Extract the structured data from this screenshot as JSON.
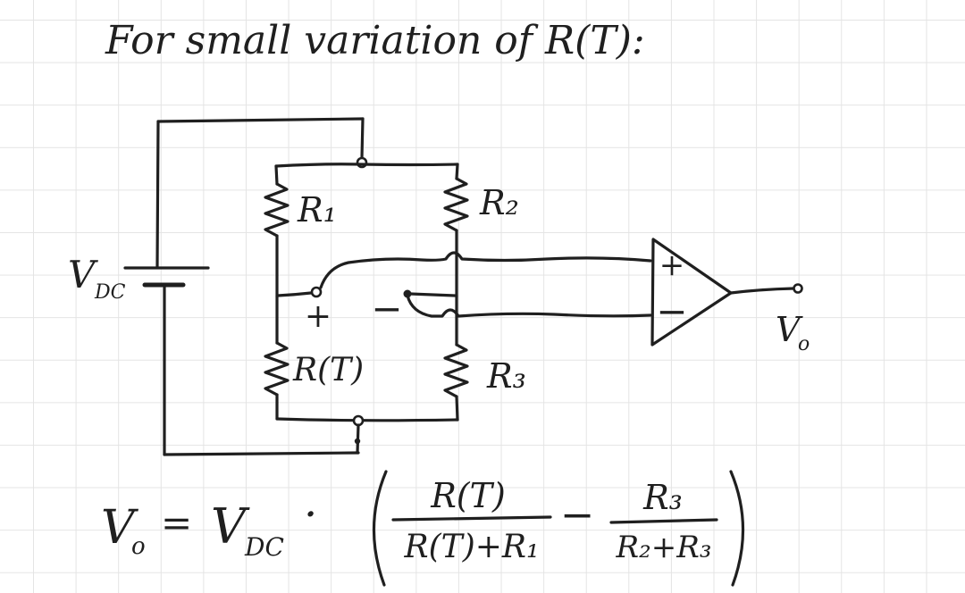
{
  "title": "For small variation of R(T):",
  "colors": {
    "ink": "#1f1f1f",
    "paper": "#ffffff",
    "grid": "#e4e4e4"
  },
  "circuit": {
    "source_base": "V",
    "source_sub": "DC",
    "r1": "R₁",
    "r2": "R₂",
    "rt": "R(T)",
    "r3": "R₃",
    "bridge_plus": "+",
    "bridge_minus": "−",
    "opamp_plus": "+",
    "opamp_minus": "−",
    "output_base": "V",
    "output_sub": "o"
  },
  "formula": {
    "vo_base": "V",
    "vo_sub": "o",
    "equals": "=",
    "vdc_base": "V",
    "vdc_sub": "DC",
    "dot": "·",
    "frac1_num": "R(T)",
    "frac1_den": "R(T)+R₁",
    "minus": "−",
    "frac2_num": "R₃",
    "frac2_den": "R₂+R₃"
  }
}
